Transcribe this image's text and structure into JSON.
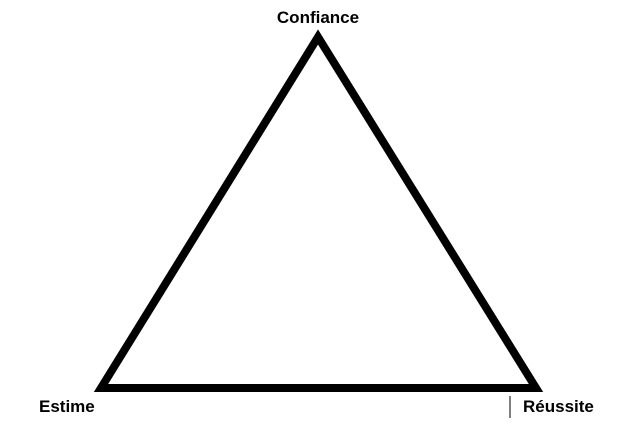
{
  "diagram": {
    "vertices": {
      "top": {
        "label": "Confiance"
      },
      "bottom_left": {
        "label": "Estime"
      },
      "bottom_right": {
        "label": "Réussite"
      }
    },
    "colors": {
      "stroke": "#000000",
      "background": "#ffffff",
      "text": "#000000"
    }
  }
}
